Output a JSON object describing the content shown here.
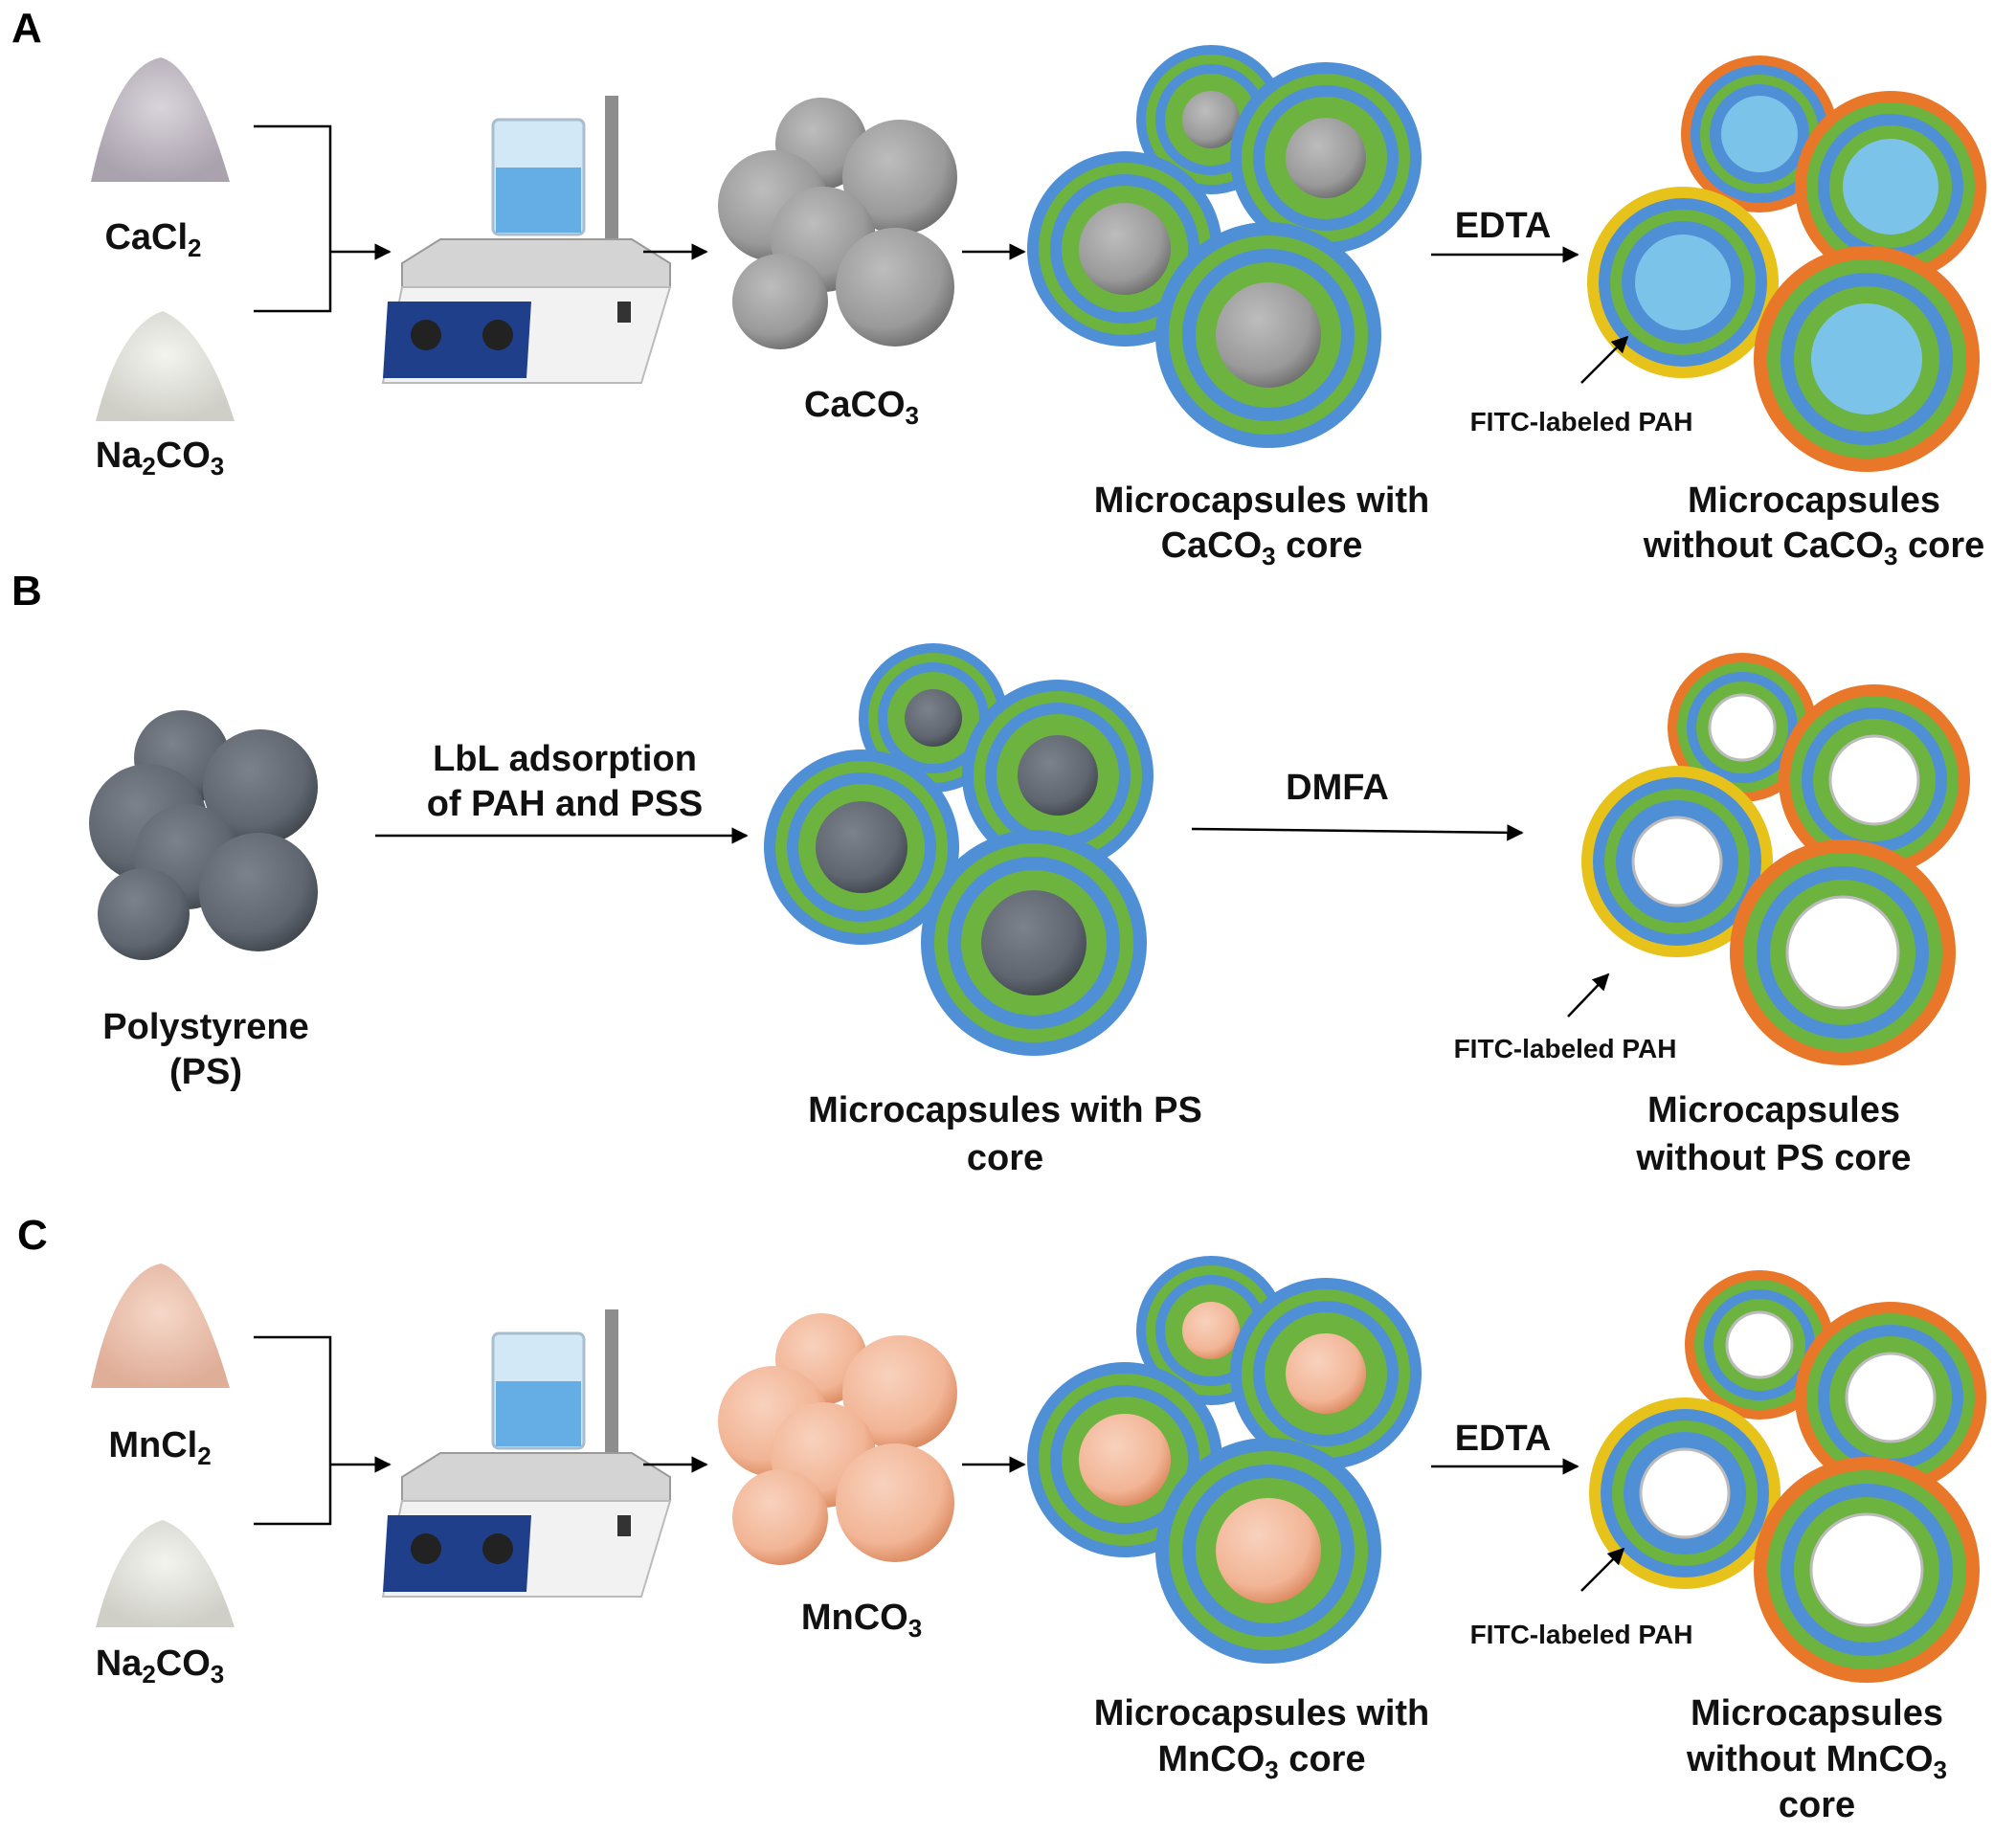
{
  "colors": {
    "caco3_core": "#9a9a9a",
    "ps_core": "#5f6670",
    "mnco3_core": "#f2b596",
    "ring_blue": "#4f8fd6",
    "ring_green": "#6db33f",
    "ring_orange": "#e8772a",
    "ring_yellow": "#e7c21a"
  },
  "panels": [
    {
      "letter": "A",
      "reagent_top": {
        "base": "CaCl",
        "sub": "2"
      },
      "reagent_bottom": {
        "base1": "Na",
        "sub1": "2",
        "base2": "CO",
        "sub2": "3"
      },
      "particles_label": {
        "base": "CaCO",
        "sub": "3"
      },
      "with_core_line1": "Microcapsules with",
      "with_core_line2": {
        "base": "CaCO",
        "sub": "3",
        "rest": " core"
      },
      "reaction_label": "EDTA",
      "fitc_label": "FITC-labeled PAH",
      "without_core_line1": "Microcapsules",
      "without_core_line2": {
        "pre": "without CaCO",
        "sub": "3",
        "rest": " core"
      }
    },
    {
      "letter": "B",
      "particles_line1": "Polystyrene",
      "particles_line2": "(PS)",
      "lbl_line1": "LbL adsorption",
      "lbl_line2": "of PAH and PSS",
      "with_core_line1": "Microcapsules with PS",
      "with_core_line2": "core",
      "reaction_label": "DMFA",
      "fitc_label": "FITC-labeled PAH",
      "without_core_line1": "Microcapsules",
      "without_core_line2": "without PS core"
    },
    {
      "letter": "C",
      "reagent_top": {
        "base": "MnCl",
        "sub": "2"
      },
      "reagent_bottom": {
        "base1": "Na",
        "sub1": "2",
        "base2": "CO",
        "sub2": "3"
      },
      "particles_label": {
        "base": "MnCO",
        "sub": "3"
      },
      "with_core_line1": "Microcapsules with",
      "with_core_line2": {
        "base": "MnCO",
        "sub": "3",
        "rest": " core"
      },
      "reaction_label": "EDTA",
      "fitc_label": "FITC-labeled PAH",
      "without_core_line1": "Microcapsules",
      "without_core_line2": {
        "pre": "without MnCO",
        "sub": "3"
      },
      "without_core_line3": "core"
    }
  ]
}
